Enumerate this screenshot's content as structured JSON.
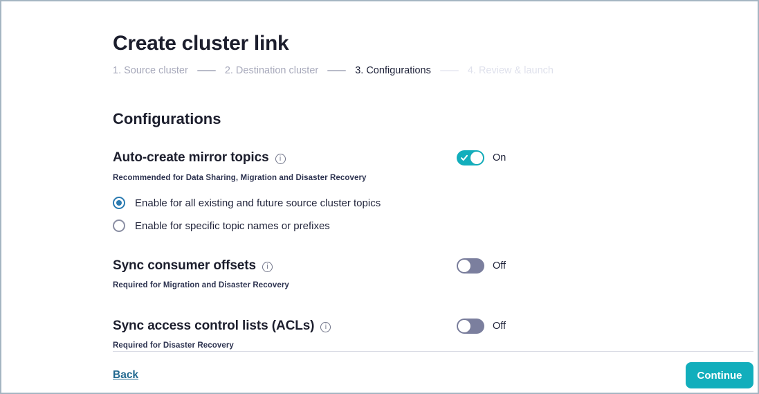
{
  "page": {
    "title": "Create cluster link"
  },
  "wizard": {
    "steps": [
      {
        "label": "1. Source cluster",
        "state": "completed"
      },
      {
        "label": "2. Destination cluster",
        "state": "completed"
      },
      {
        "label": "3. Configurations",
        "state": "active"
      },
      {
        "label": "4. Review & launch",
        "state": "upcoming"
      }
    ]
  },
  "section": {
    "heading": "Configurations"
  },
  "settings": [
    {
      "label": "Auto-create mirror topics",
      "description": "Recommended for Data Sharing, Migration and Disaster Recovery",
      "toggle": "On",
      "options": [
        {
          "label": "Enable for all existing and future source cluster topics",
          "selected": true
        },
        {
          "label": "Enable for specific topic names or prefixes",
          "selected": false
        }
      ]
    },
    {
      "label": "Sync consumer offsets",
      "description": "Required for Migration and Disaster Recovery",
      "toggle": "Off"
    },
    {
      "label": "Sync access control lists (ACLs)",
      "description": "Required for Disaster Recovery",
      "toggle": "Off"
    }
  ],
  "footer": {
    "back": "Back",
    "continue": "Continue"
  },
  "icons": {
    "info": "i"
  },
  "colors": {
    "accent_teal": "#12aebc",
    "toggle_off": "#7b7f9e",
    "radio_selected": "#2b7bb1",
    "link_blue": "#21688f",
    "text_dark": "#1c1e2d",
    "frame_border": "#a5b5c2"
  }
}
